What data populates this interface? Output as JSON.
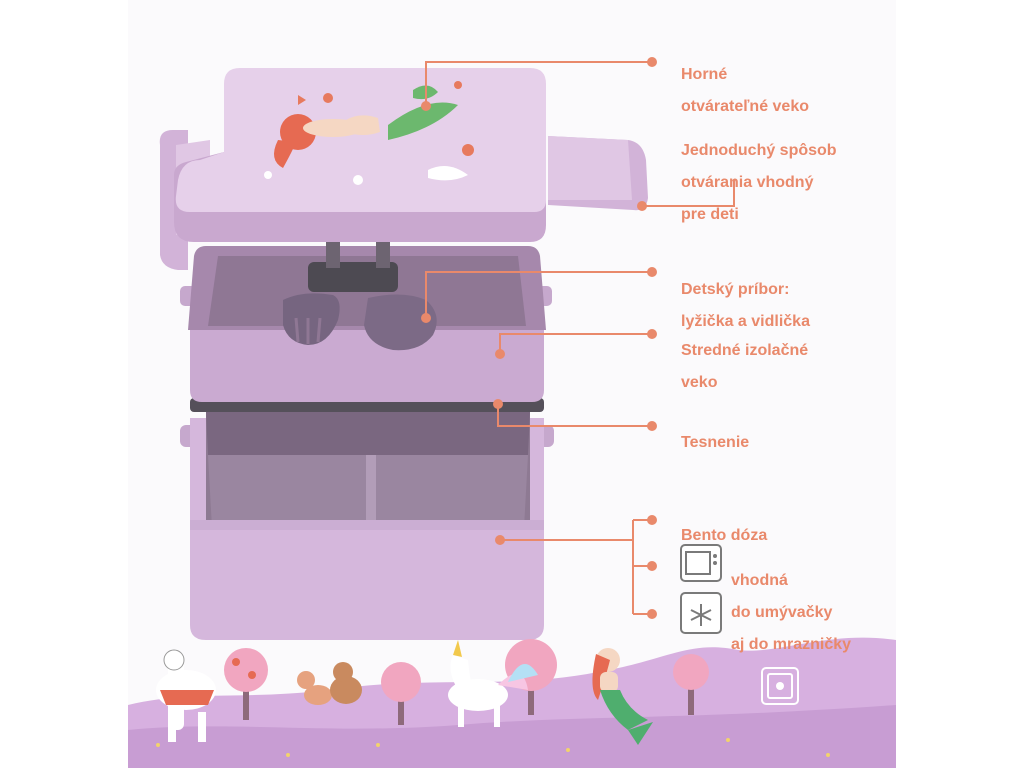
{
  "labels": {
    "top_lid": [
      "Horné",
      "otvárateľné veko"
    ],
    "opening": [
      "Jednoduchý spôsob",
      "otvárania vhodný",
      "pre deti"
    ],
    "cutlery": [
      "Detský príbor:",
      "lyžička a vidlička"
    ],
    "middle_lid": [
      "Stredné izolačné",
      "veko"
    ],
    "seal": [
      "Tesnenie"
    ],
    "bento": [
      "Bento dóza"
    ],
    "care": [
      "vhodná",
      "do umývačky",
      "aj do mrazničky"
    ]
  },
  "icons": [
    "microwave-icon",
    "freezer-icon",
    "dishwasher-icon",
    "mermaid-illustration",
    "llama-illustration",
    "unicorn-illustration",
    "cat-dog-illustration",
    "tree-illustration"
  ],
  "colors": {
    "accent": "#e9896b",
    "box_lilac": "#d5b7dc",
    "box_dark": "#a688ac",
    "inner_grey": "#8e7a93",
    "ground": "#d7b0e0"
  }
}
